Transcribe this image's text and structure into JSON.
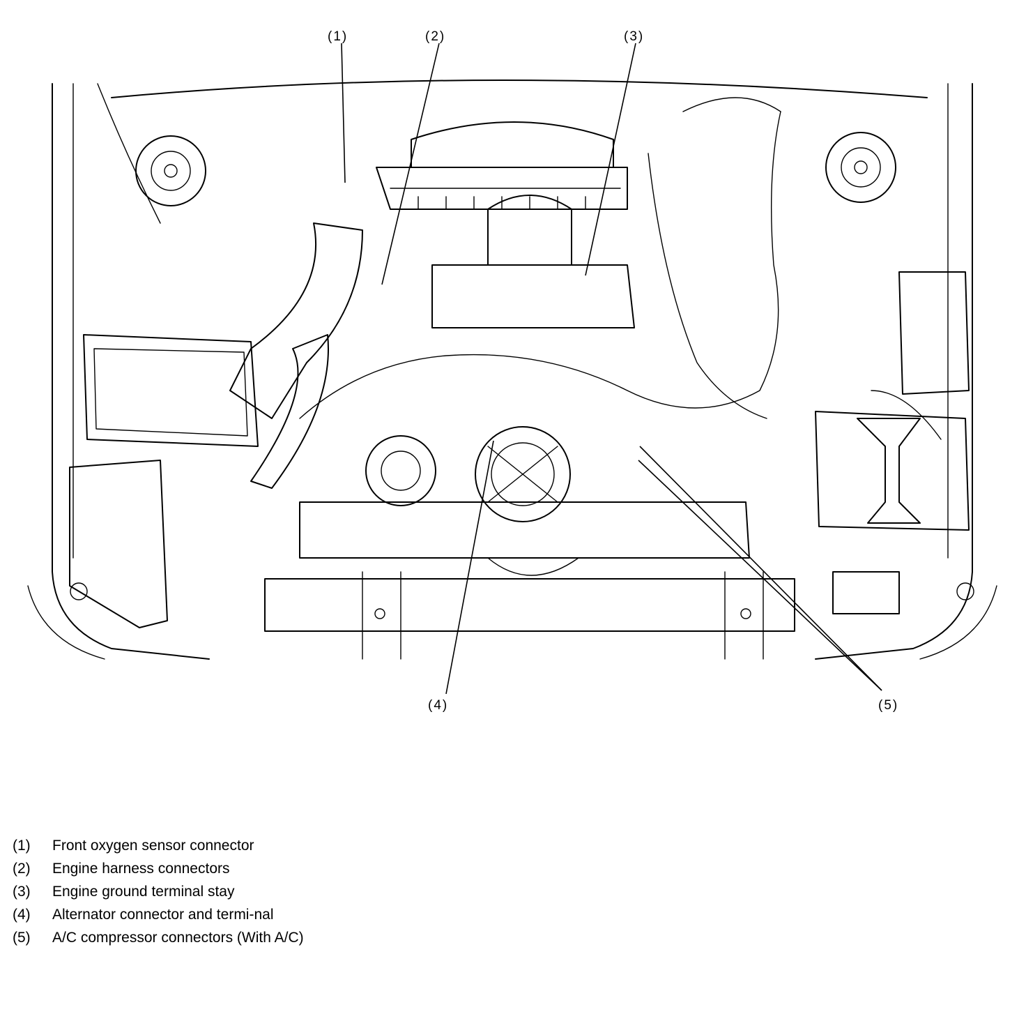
{
  "callouts": [
    {
      "id": "1",
      "label": "(1)"
    },
    {
      "id": "2",
      "label": "(2)"
    },
    {
      "id": "3",
      "label": "(3)"
    },
    {
      "id": "4",
      "label": "(4)"
    },
    {
      "id": "5",
      "label": "(5)"
    }
  ],
  "legend": [
    {
      "num": "(1)",
      "text": "Front oxygen sensor connector"
    },
    {
      "num": "(2)",
      "text": "Engine harness connectors"
    },
    {
      "num": "(3)",
      "text": "Engine ground terminal stay"
    },
    {
      "num": "(4)",
      "text": "Alternator connector and termi-nal"
    },
    {
      "num": "(5)",
      "text": "A/C compressor connectors (With A/C)"
    }
  ]
}
